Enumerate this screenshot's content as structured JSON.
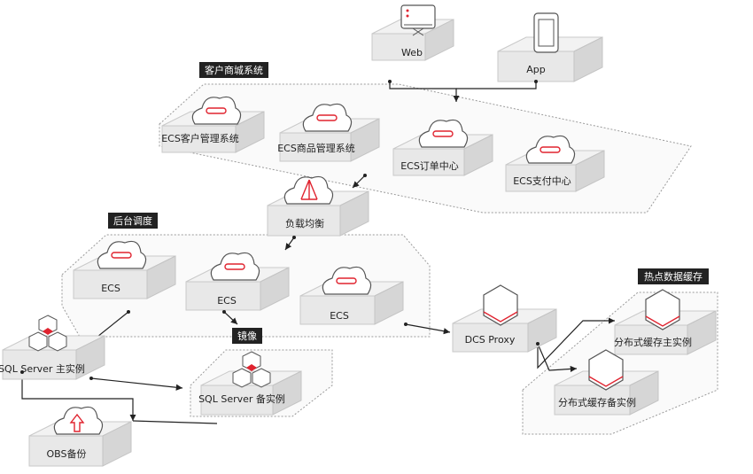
{
  "groups": {
    "mall": "客户商城系统",
    "backend": "后台调度",
    "mirror": "镜像",
    "hotcache": "热点数据缓存"
  },
  "nodes": {
    "web": "Web",
    "app": "App",
    "ecs_customer": "ECS客户管理系统",
    "ecs_product": "ECS商品管理系统",
    "ecs_order": "ECS订单中心",
    "ecs_payment": "ECS支付中心",
    "load_balancer": "负载均衡",
    "ecs_1": "ECS",
    "ecs_2": "ECS",
    "ecs_3": "ECS",
    "sql_primary": "SQL Server 主实例",
    "sql_standby": "SQL Server 备实例",
    "obs_backup": "OBS备份",
    "dcs_proxy": "DCS Proxy",
    "dcs_primary": "分布式缓存主实例",
    "dcs_standby": "分布式缓存备实例"
  },
  "colors": {
    "accent": "#e0232f",
    "tag_background": "#222222",
    "connector": "#222222"
  }
}
